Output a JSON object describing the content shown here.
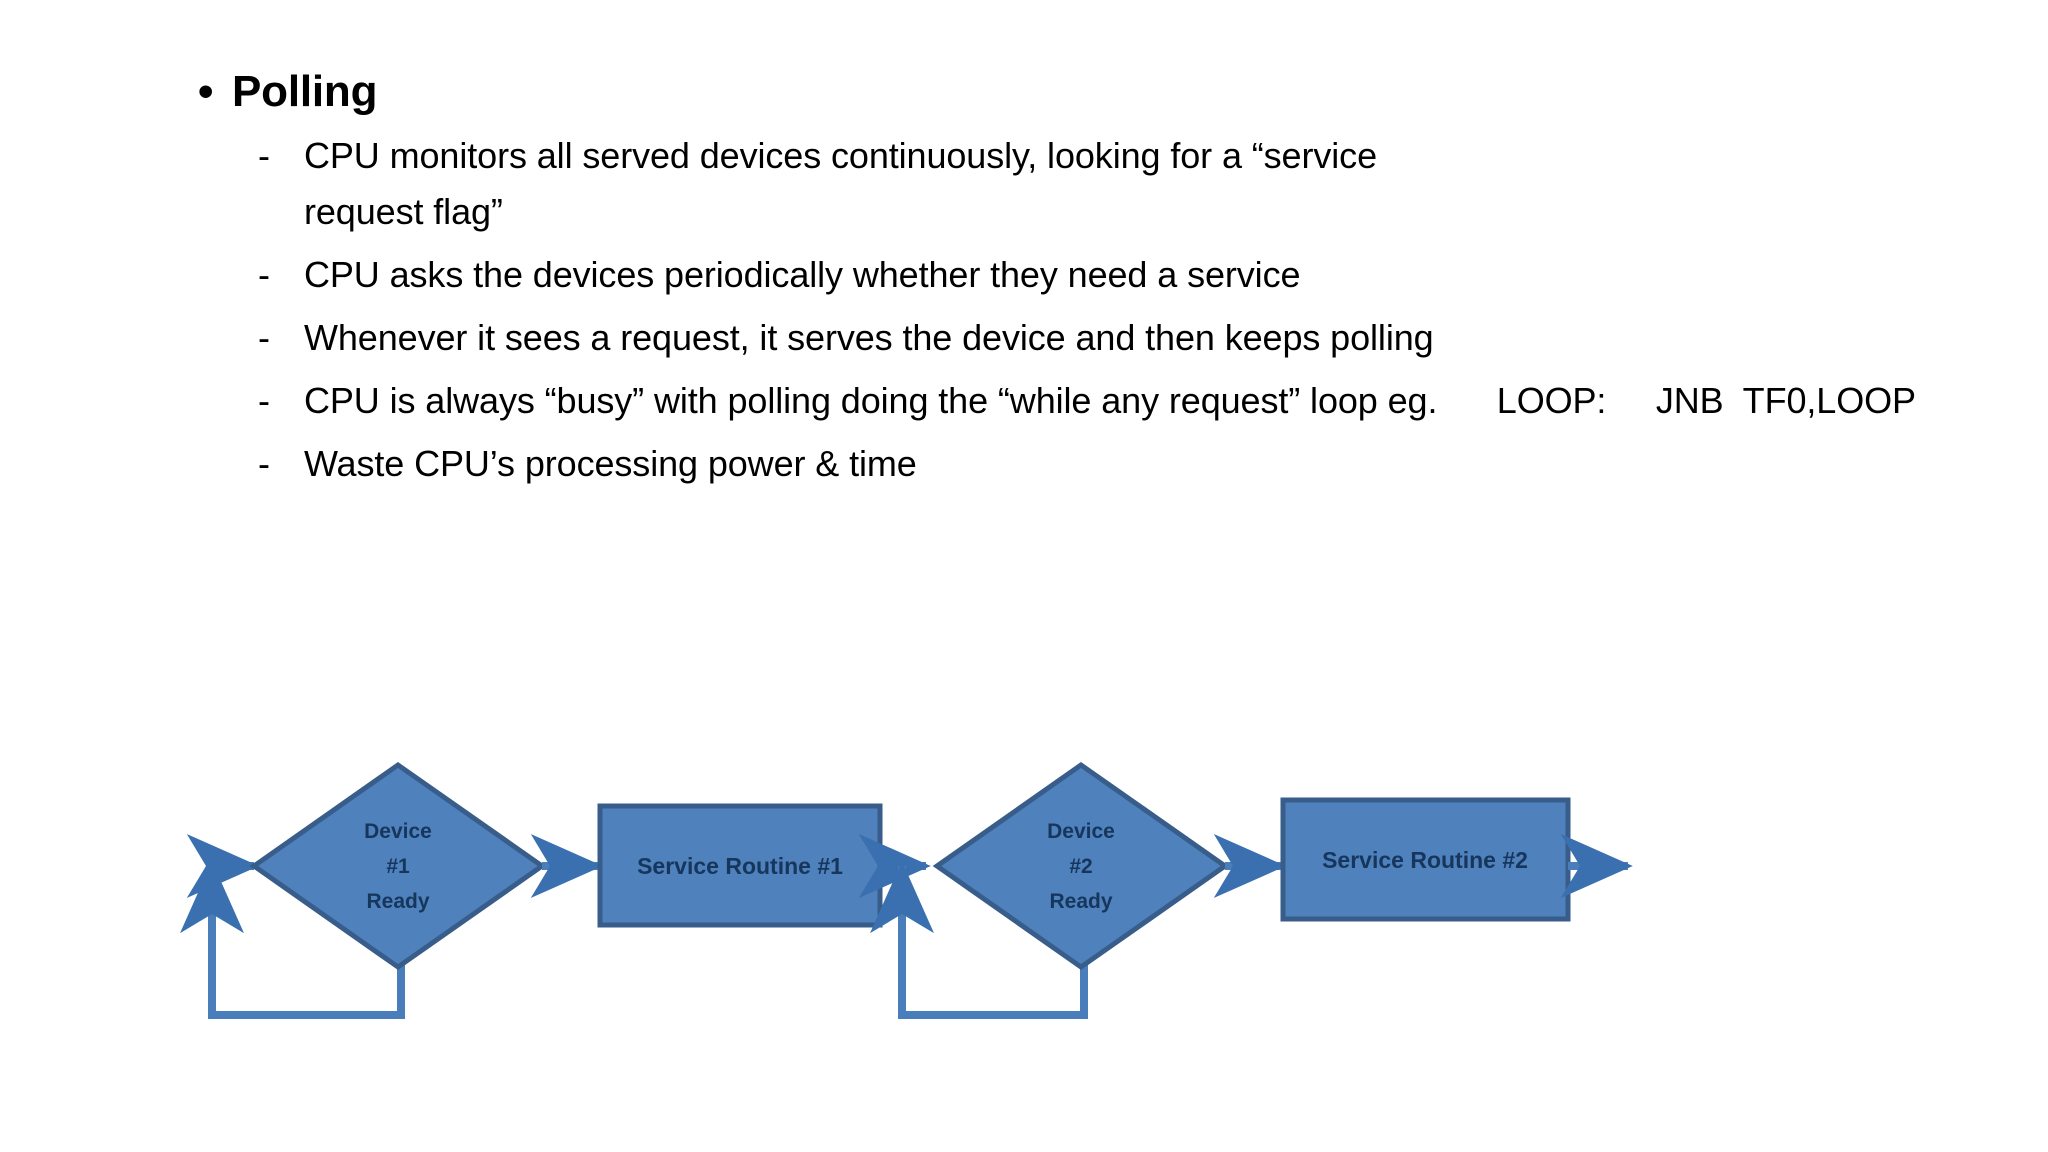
{
  "slide": {
    "title_bullet": {
      "marker": "•",
      "text": "Polling"
    },
    "points": [
      {
        "marker": "-",
        "text": "CPU monitors all served devices continuously, looking for a “service request flag”"
      },
      {
        "marker": "-",
        "text": "CPU asks the devices periodically whether they need a service"
      },
      {
        "marker": "-",
        "text": "Whenever it sees a request, it serves the device and then keeps polling"
      },
      {
        "marker": "-",
        "text": "CPU is always “busy” with polling doing the “while any request” loop eg.      LOOP:     JNB  TF0,LOOP"
      },
      {
        "marker": "-",
        "text": "Waste CPU’s processing power & time"
      }
    ]
  },
  "diagram": {
    "type": "flowchart",
    "nodes": [
      {
        "id": "device1",
        "shape": "diamond",
        "label_lines": [
          "Device",
          "#1",
          "Ready"
        ]
      },
      {
        "id": "service1",
        "shape": "rectangle",
        "label": "Service Routine #1"
      },
      {
        "id": "device2",
        "shape": "diamond",
        "label_lines": [
          "Device",
          "#2",
          "Ready"
        ]
      },
      {
        "id": "service2",
        "shape": "rectangle",
        "label": "Service Routine #2"
      }
    ],
    "edges": [
      {
        "from": "entry",
        "to": "device1",
        "kind": "arrow"
      },
      {
        "from": "device1",
        "to": "service1",
        "kind": "arrow"
      },
      {
        "from": "device1",
        "to": "device1",
        "kind": "feedback-loop"
      },
      {
        "from": "service1",
        "to": "device2",
        "kind": "arrow"
      },
      {
        "from": "device2",
        "to": "service2",
        "kind": "arrow"
      },
      {
        "from": "device2",
        "to": "device2",
        "kind": "feedback-loop"
      },
      {
        "from": "service2",
        "to": "exit",
        "kind": "arrow"
      }
    ],
    "colors": {
      "shape_fill": "#4F81BD",
      "shape_stroke": "#385D8A",
      "label_color": "#16365C",
      "connector": "#4A7EBB"
    }
  }
}
